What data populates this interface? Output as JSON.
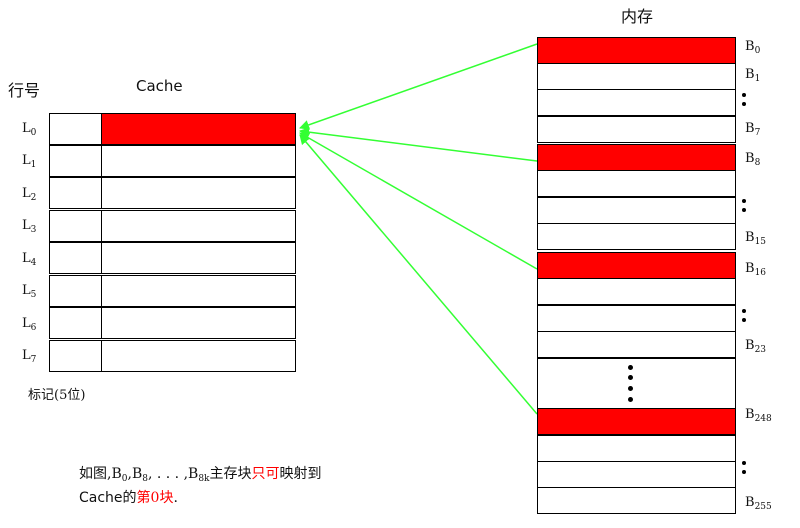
{
  "memory_title": "内存",
  "row_label_title": "行号",
  "cache_title": "Cache",
  "tag_caption": "标记(5位)",
  "cache_lines": [
    {
      "base": "L",
      "sub": "0",
      "highlight": true
    },
    {
      "base": "L",
      "sub": "1",
      "highlight": false
    },
    {
      "base": "L",
      "sub": "2",
      "highlight": false
    },
    {
      "base": "L",
      "sub": "3",
      "highlight": false
    },
    {
      "base": "L",
      "sub": "4",
      "highlight": false
    },
    {
      "base": "L",
      "sub": "5",
      "highlight": false
    },
    {
      "base": "L",
      "sub": "6",
      "highlight": false
    },
    {
      "base": "L",
      "sub": "7",
      "highlight": false
    }
  ],
  "memory_block_labels": [
    {
      "base": "B",
      "sub": "0"
    },
    {
      "base": "B",
      "sub": "1"
    },
    {
      "base": "B",
      "sub": "7"
    },
    {
      "base": "B",
      "sub": "8"
    },
    {
      "base": "B",
      "sub": "15"
    },
    {
      "base": "B",
      "sub": "16"
    },
    {
      "base": "B",
      "sub": "23"
    },
    {
      "base": "B",
      "sub": "248"
    },
    {
      "base": "B",
      "sub": "255"
    }
  ],
  "note": {
    "line1_prefix": "如图,",
    "b0": {
      "base": "B",
      "sub": "0"
    },
    "comma1": ",",
    "b8": {
      "base": "B",
      "sub": "8"
    },
    "ellipsis": ", . . . ,",
    "b8k": {
      "base": "B",
      "sub": "8k"
    },
    "line1_main": "主存块",
    "line1_highlight": "只可",
    "line1_end": "映射到",
    "line2_prefix": "Cache的",
    "line2_highlight": "第0块",
    "line2_end": "."
  },
  "colors": {
    "highlight": "#ff0000",
    "arrow": "#33ff33"
  }
}
